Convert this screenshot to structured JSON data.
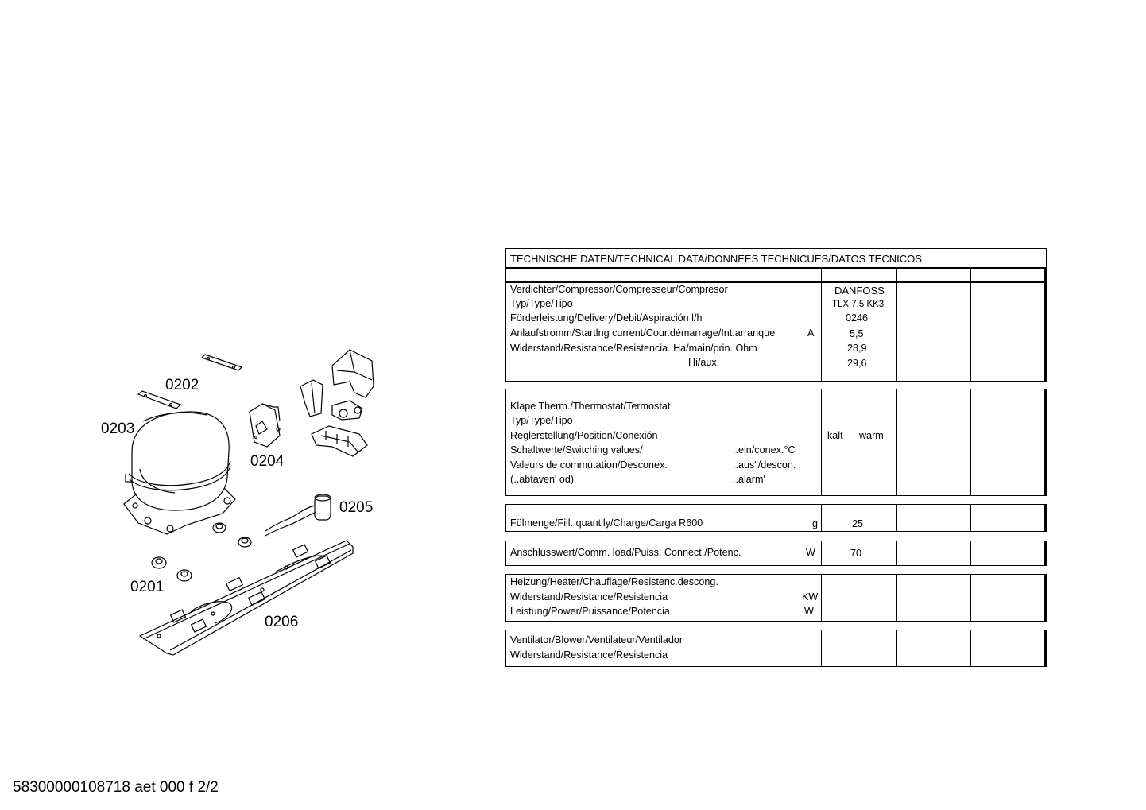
{
  "diagram": {
    "callouts": [
      "0202",
      "0203",
      "0204",
      "0205",
      "0201",
      "0206"
    ]
  },
  "table": {
    "title": "TECHNISCHE DATEN/TECHNICAL DATA/DONNEES TECHNICUES/DATOS TECNICOS",
    "compressor": {
      "labels": [
        "Verdichter/Compressor/Compresseur/Compresor",
        "Typ/Type/Tipo",
        "Förderleistung/Delivery/Debit/Aspiración l/h",
        "Anlaufstromm/Startlng current/Cour.démarrage/Int.arranque",
        "Widerstand/Resistance/Resistencia. Ha/main/prin. Ohm",
        "Hi/aux."
      ],
      "unit_a": "A",
      "values": [
        "DANFOSS",
        "TLX 7.5 KK3",
        "0246",
        "5,5",
        "28,9",
        "29,6"
      ]
    },
    "thermostat": {
      "labels": [
        "Klape Therm./Thermostat/Termostat",
        "Typ/Type/Tipo",
        "Reglerstellung/Position/Conexión",
        "Schaltwerte/Switching values/",
        "Valeurs de commutation/Desconex.",
        "(..abtaven' od)"
      ],
      "sub_labels": [
        "..ein/conex.°C",
        "..aus\"/descon.",
        "..alarm'"
      ],
      "value_kalt": "kalt",
      "value_warm": "warm"
    },
    "fill": {
      "label": "Fülmenge/Fill. quantily/Charge/Carga   R600",
      "unit": "g",
      "value": "25"
    },
    "load": {
      "label": "Anschlusswert/Comm. load/Puiss. Connect./Potenc.",
      "unit": "W",
      "value": "70"
    },
    "heater": {
      "labels": [
        "Heizung/Heater/Chauflage/Resistenc.descong.",
        "Widerstand/Resistance/Resistencia",
        "Leistung/Power/Puissance/Potencia"
      ],
      "units": [
        "KW",
        "W"
      ]
    },
    "blower": {
      "labels": [
        "Ventilator/Blower/Ventilateur/Ventilador",
        "Widerstand/Resistance/Resistencia"
      ]
    }
  },
  "footer": "58300000108718 aet 000 f 2/2"
}
